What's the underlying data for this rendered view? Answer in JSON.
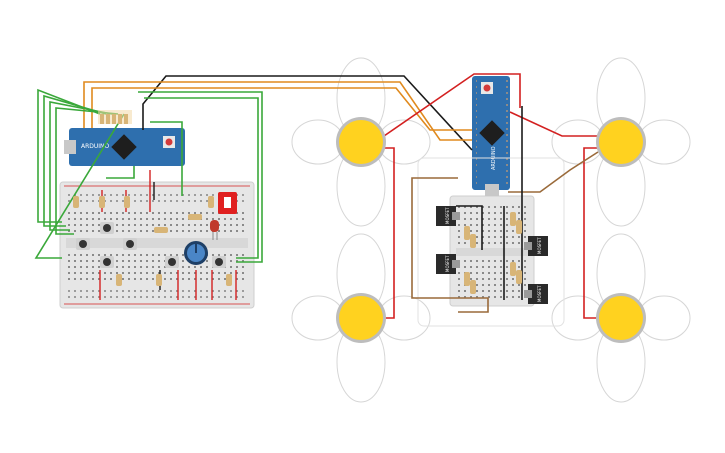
{
  "diagram": {
    "background": "#ffffff",
    "colors": {
      "wire_red": "#d32020",
      "wire_black": "#1a1a1a",
      "wire_green": "#3aa83a",
      "wire_orange": "#e08a1e",
      "wire_brown": "#9a6a3a",
      "arduino_blue": "#2e6fae",
      "motor_yellow": "#ffd21f",
      "breadboard": "#e6e6e6",
      "switch_red": "#e02020",
      "pot_blue": "#2a5f9a",
      "led_red": "#c0392b"
    },
    "boards": {
      "left_label": "ARDUINO",
      "right_label": "ARDUINO"
    },
    "mosfets": {
      "label": "MOSFET"
    },
    "components": {
      "motors": [
        "motor-top-left",
        "motor-top-right",
        "motor-bottom-left",
        "motor-bottom-right"
      ],
      "buttons": 6
    }
  }
}
